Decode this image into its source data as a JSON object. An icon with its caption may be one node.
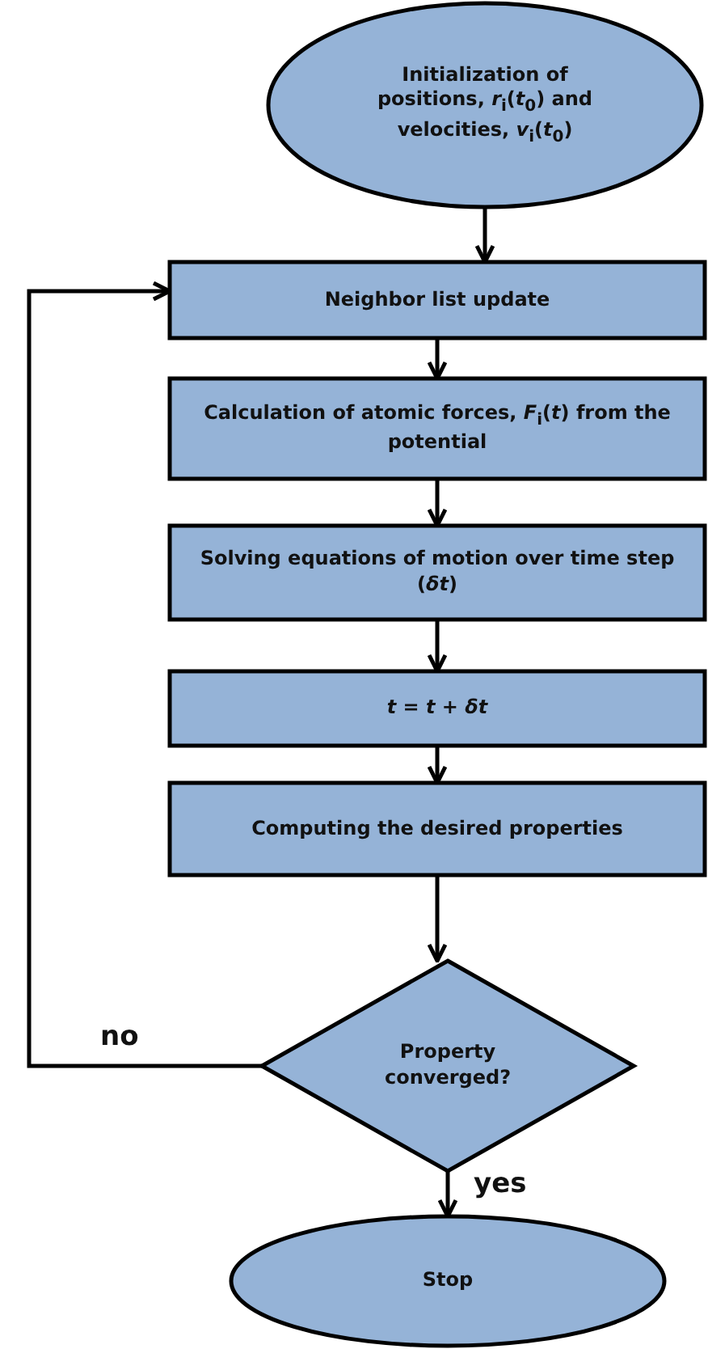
{
  "diagram": {
    "nodes": [
      {
        "text": [
          "Initialization of positions, *r*$_{i}$(*t*$_{0}$) and velocities, *v*$_{i}$(*t*$_{0}$)"
        ]
      },
      {
        "text": [
          "Neighbor list update"
        ]
      },
      {
        "text": [
          "Calculation of atomic forces, *F*$_{i}$(*t*) from the potential"
        ]
      },
      {
        "text": [
          "Solving equations of motion over time step (*δt*)"
        ]
      },
      {
        "text": [
          "*t* = *t* + *δt*"
        ]
      },
      {
        "text": [
          "Computing the desired properties"
        ]
      },
      {
        "text": [
          "Property converged?"
        ]
      },
      {
        "text": [
          "Stop"
        ]
      }
    ],
    "edges": [
      {
        "from": 0,
        "to": 1,
        "arrow": "to"
      },
      {
        "from": 1,
        "to": 2,
        "arrow": "to"
      },
      {
        "from": 2,
        "to": 3,
        "arrow": "to"
      },
      {
        "from": 3,
        "to": 4,
        "arrow": "to"
      },
      {
        "from": 4,
        "to": 5,
        "arrow": "to"
      },
      {
        "from": 5,
        "to": 6,
        "arrow": "to"
      },
      {
        "from": 6,
        "to": 1,
        "arrow": "to",
        "label": "no"
      },
      {
        "from": 6,
        "to": 7,
        "arrow": "to",
        "label": "yes"
      }
    ]
  }
}
